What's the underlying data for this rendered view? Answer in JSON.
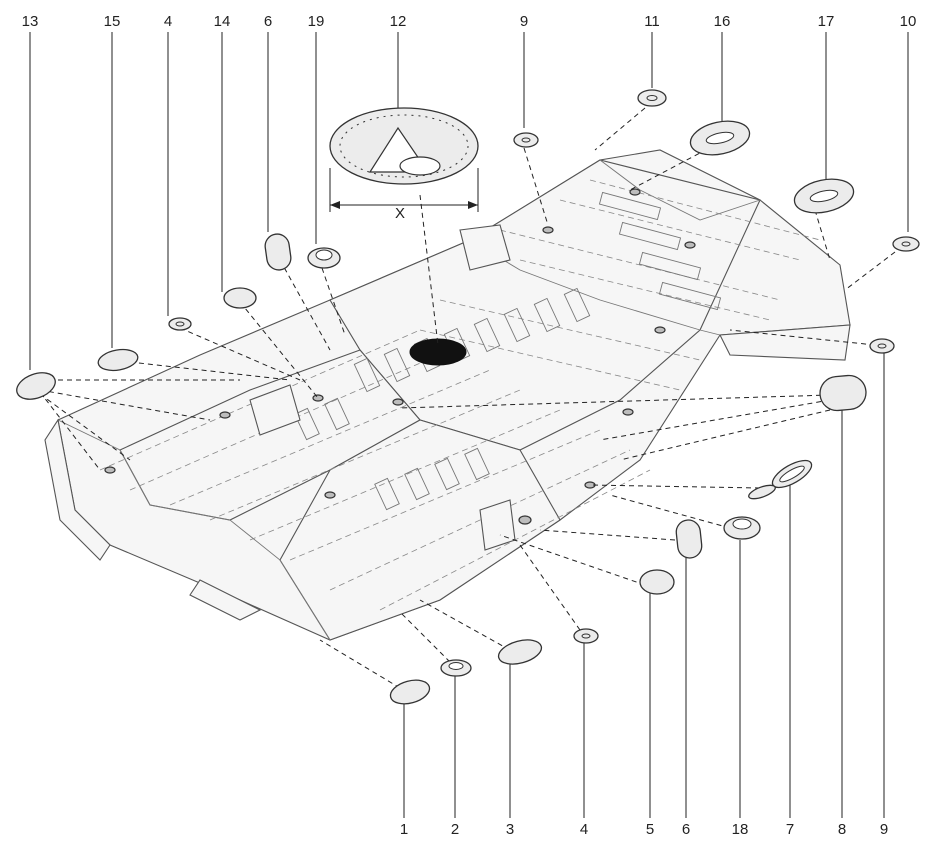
{
  "labels": {
    "top": [
      "13",
      "15",
      "4",
      "14",
      "6",
      "19",
      "12",
      "9",
      "11",
      "16",
      "17",
      "10"
    ],
    "bottom": [
      "1",
      "2",
      "3",
      "4",
      "5",
      "6",
      "18",
      "7",
      "8",
      "9"
    ],
    "dimension": "X"
  }
}
